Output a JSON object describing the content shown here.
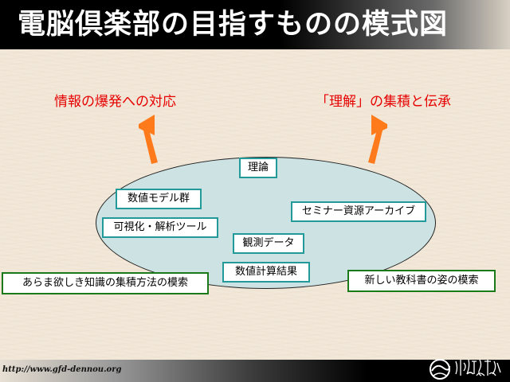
{
  "title": "電脳倶楽部の目指すものの模式図",
  "headings": {
    "left": "情報の爆発への対応",
    "right": "「理解」の集積と伝承"
  },
  "nodes": [
    {
      "id": "theory",
      "label": "理論"
    },
    {
      "id": "numerical-models",
      "label": "数値モデル群"
    },
    {
      "id": "seminar-archive",
      "label": "セミナー資源アーカイブ"
    },
    {
      "id": "viz-tools",
      "label": "可視化・解析ツール"
    },
    {
      "id": "observation-data",
      "label": "観測データ"
    },
    {
      "id": "numerical-results",
      "label": "数値計算結果"
    }
  ],
  "side_boxes": {
    "left": "あらま欲しき知識の集積方法の模索",
    "right": "新しい教科書の姿の模索"
  },
  "footer": {
    "url": "http://www.gfd-dennou.org",
    "seal_text": "地球流体電脳倶楽部"
  },
  "colors": {
    "heading": "#e60000",
    "arrow": "#ff7a1a",
    "ellipse_fill": "#cde3e3",
    "node_border": "#239a9a",
    "side_box_border": "#1a7a1a",
    "background": "#f1e6d6"
  }
}
